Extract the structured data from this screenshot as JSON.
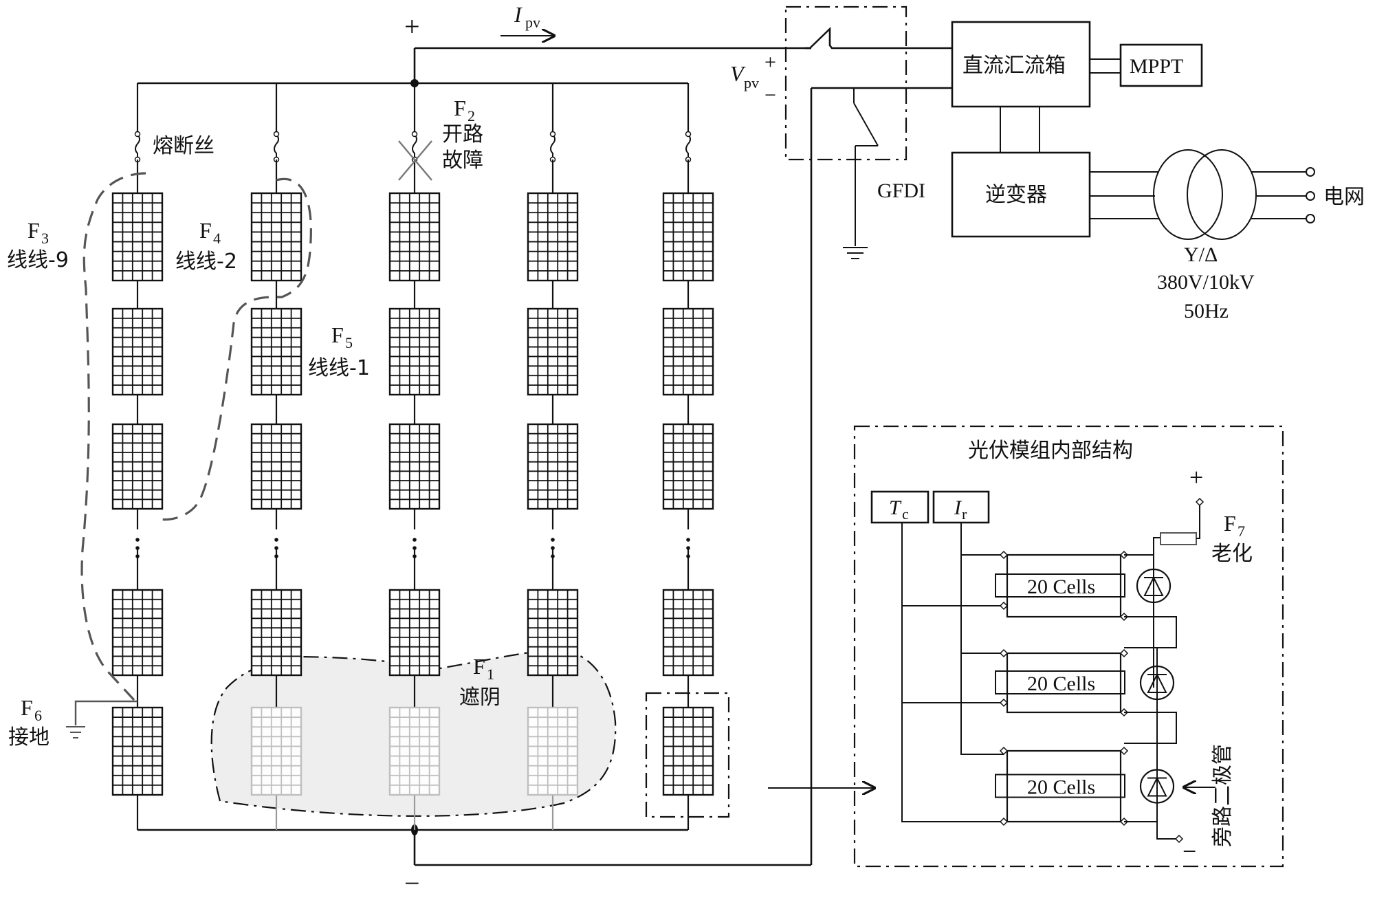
{
  "labels": {
    "plus_top": "+",
    "minus_bottom": "−",
    "ipv_main": "I",
    "ipv_sub": "pv",
    "vpv_main": "V",
    "vpv_sub": "pv",
    "vpv_plus": "+",
    "vpv_minus": "−",
    "fuse": "熔断丝",
    "gfdi": "GFDI",
    "combiner_box": "直流汇流箱",
    "mppt": "MPPT",
    "inverter": "逆变器",
    "grid": "电网",
    "transformer_type": "Y/Δ",
    "transformer_voltage": "380V/10kV",
    "transformer_freq": "50Hz"
  },
  "faults": [
    {
      "id": "F",
      "sub": "1",
      "desc": "遮阴"
    },
    {
      "id": "F",
      "sub": "2",
      "desc_line1": "开路",
      "desc_line2": "故障"
    },
    {
      "id": "F",
      "sub": "3",
      "desc": "线线-9"
    },
    {
      "id": "F",
      "sub": "4",
      "desc": "线线-2"
    },
    {
      "id": "F",
      "sub": "5",
      "desc": "线线-1"
    },
    {
      "id": "F",
      "sub": "6",
      "desc": "接地"
    },
    {
      "id": "F",
      "sub": "7",
      "desc": "老化"
    }
  ],
  "module_detail": {
    "title": "光伏模组内部结构",
    "tc_main": "T",
    "tc_sub": "c",
    "ir_main": "I",
    "ir_sub": "r",
    "cell_groups": [
      "20 Cells",
      "20 Cells",
      "20 Cells"
    ],
    "bypass_diode_label": "旁路二极管",
    "plus": "+",
    "minus": "−"
  },
  "array": {
    "strings": 5,
    "dots": "⋮"
  }
}
